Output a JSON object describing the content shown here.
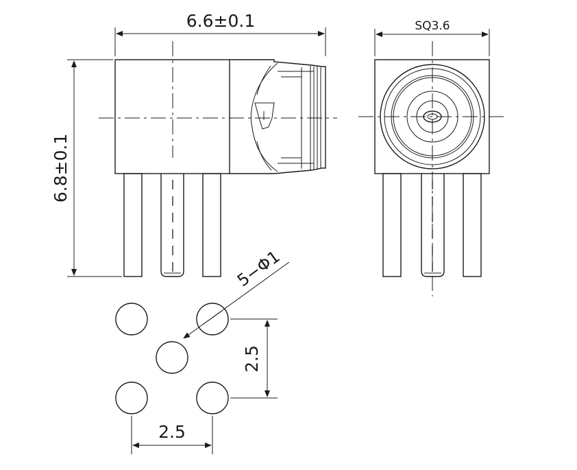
{
  "dimensions": {
    "width_label": "6.6±0.1",
    "height_label": "6.8±0.1",
    "square_label": "SQ3.6",
    "hole_label": "5−Φ1",
    "pitch_vertical_label": "2.5",
    "pitch_horizontal_label": "2.5"
  },
  "colors": {
    "line": "#1a1a1a",
    "background": "#ffffff"
  }
}
